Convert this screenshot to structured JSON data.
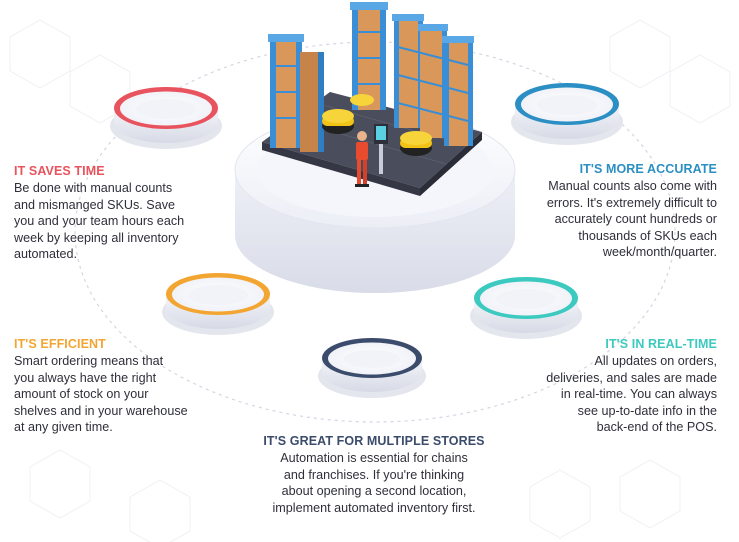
{
  "features": [
    {
      "id": "saves-time",
      "heading": "IT SAVES TIME",
      "lines": [
        "Be done with manual counts",
        "and mismanged SKUs. Save",
        "you and your team hours each",
        "week by keeping all inventory",
        "automated."
      ],
      "color": "#e8545e"
    },
    {
      "id": "more-accurate",
      "heading": "IT'S MORE ACCURATE",
      "lines": [
        "Manual counts also come with",
        "errors. It's extremely difficult to",
        "accurately count hundreds or",
        "thousands of SKUs each",
        "week/month/quarter."
      ],
      "color": "#2b8fc4"
    },
    {
      "id": "efficient",
      "heading": "IT'S EFFICIENT",
      "lines": [
        "Smart ordering means that",
        "you always have the right",
        "amount of stock on your",
        "shelves and in your warehouse",
        "at any given time."
      ],
      "color": "#f3a531"
    },
    {
      "id": "real-time",
      "heading": "IT'S IN REAL-TIME",
      "lines": [
        "All updates on orders,",
        "deliveries, and sales are made",
        "in real-time. You can always",
        "see up-to-date info in the",
        "back-end of the POS."
      ],
      "color": "#3bc9c0"
    },
    {
      "id": "multiple-stores",
      "heading": "IT'S GREAT FOR MULTIPLE STORES",
      "lines": [
        "Automation is essential for chains",
        "and franchises. If you're thinking",
        "about opening a second location,",
        "implement automated inventory first."
      ],
      "color": "#3b4b6b"
    }
  ],
  "icons": {
    "warehouse": "warehouse-icon",
    "worker": "worker-icon",
    "robot": "robot-icon"
  }
}
